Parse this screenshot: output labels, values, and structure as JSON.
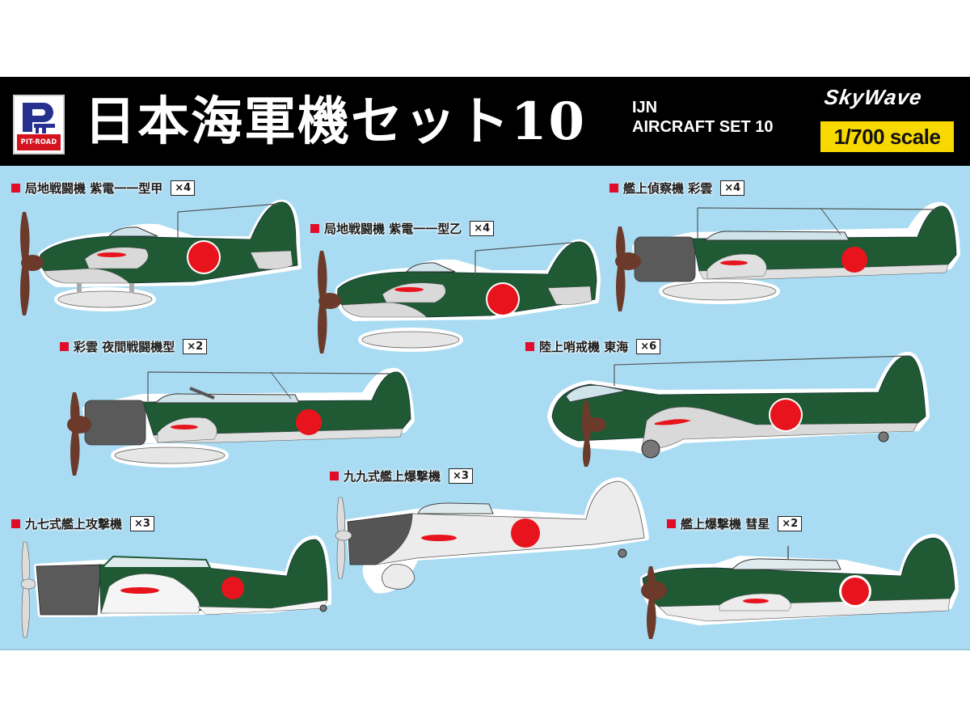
{
  "header": {
    "logo": {
      "icon": "pit-road-logo",
      "label": "PIT-ROAD"
    },
    "title_jp": "日本海軍機セット10",
    "title_en_line1": "IJN",
    "title_en_line2": "AIRCRAFT SET 10",
    "brand": "SkyWave",
    "scale_badge": "1/700 scale"
  },
  "colors": {
    "banner_bg": "#000000",
    "panel_bg": "#a9dcf3",
    "scale_badge_bg": "#f7d800",
    "marker_red": "#e10b2a",
    "hinomaru_red": "#e8141d",
    "ijn_green": "#1f5a34",
    "light_grey": "#dcdcdc",
    "cowl_grey": "#5a5a5a",
    "prop_brown": "#6b3a2a"
  },
  "aircraft": [
    {
      "name": "局地戦闘機 紫電一一型甲",
      "qty": "×4",
      "icon": "fighter-float-plane"
    },
    {
      "name": "局地戦闘機 紫電一一型乙",
      "qty": "×4",
      "icon": "fighter-float-plane"
    },
    {
      "name": "艦上偵察機 彩雲",
      "qty": "×4",
      "icon": "recon-plane"
    },
    {
      "name": "彩雲 夜間戦闘機型",
      "qty": "×2",
      "icon": "night-fighter-plane"
    },
    {
      "name": "陸上哨戒機 東海",
      "qty": "×6",
      "icon": "patrol-plane"
    },
    {
      "name": "九九式艦上爆撃機",
      "qty": "×3",
      "icon": "dive-bomber-plane"
    },
    {
      "name": "九七式艦上攻撃機",
      "qty": "×3",
      "icon": "torpedo-bomber-plane"
    },
    {
      "name": "艦上爆撃機 彗星",
      "qty": "×2",
      "icon": "dive-bomber-plane"
    }
  ]
}
